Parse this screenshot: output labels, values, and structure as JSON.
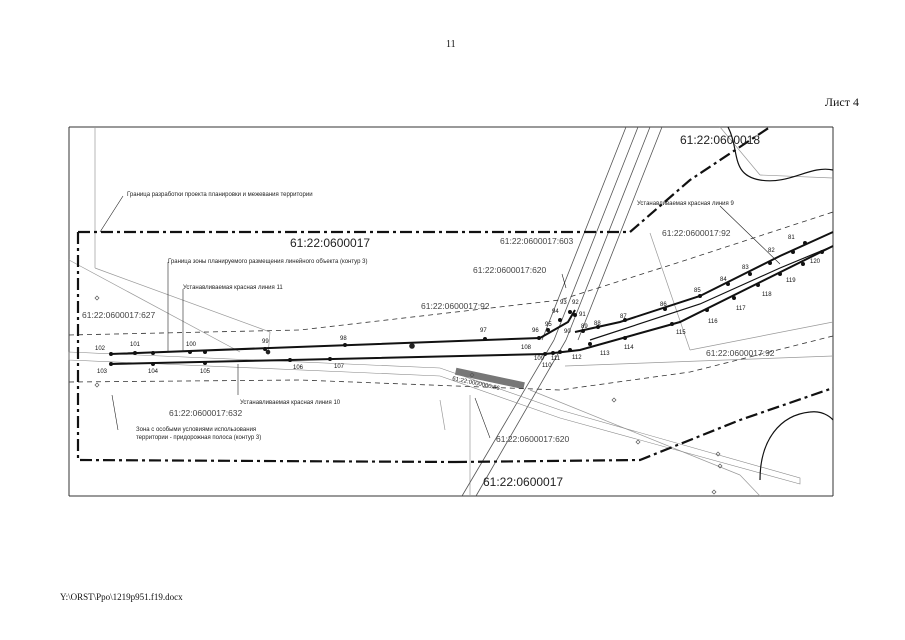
{
  "header": {
    "page_number": "11",
    "sheet_label": "Лист 4"
  },
  "footer": {
    "file_path": "Y:\\ORST\\Ppo\\1219p951.f19.docx"
  },
  "map": {
    "parcels": {
      "north_block": "61:22:0600018",
      "main_block": "61:22:0600017",
      "south_block": "61:22:0600017",
      "p603": "61:22:0600017:603",
      "p620_top": "61:22:0600017:620",
      "p92_right_top": "61:22:0600017:92",
      "p92_center": "61:22:0600017:92",
      "p627": "61:22:0600017:627",
      "p632": "61:22:0600017:632",
      "p92_right_bottom": "61:22:0600017:92",
      "p620_bottom": "61:22:0600017:620",
      "p86_road": "61:22:0000000:86"
    },
    "annotations": {
      "boundary_project": "Граница разработки проекта планировки и межевания территории",
      "zone_boundary": "Граница зоны планируемого размещения линейного объекта (контур 3)",
      "red_line_11": "Устанавливаемая красная линия 11",
      "red_line_9": "Устанавливаемая красная линия 9",
      "red_line_10": "Устанавливаемая красная линия 10",
      "special_zone_1": "Зона с особыми условиями использования",
      "special_zone_2": "территории - придорожная полоса (контур 3)"
    },
    "points": {
      "p81": "81",
      "p82": "82",
      "p83": "83",
      "p84": "84",
      "p85": "85",
      "p86": "86",
      "p87": "87",
      "p88": "88",
      "p89": "89",
      "p90": "90",
      "p91": "91",
      "p92": "92",
      "p93": "93",
      "p94": "94",
      "p95": "95",
      "p96": "96",
      "p97": "97",
      "p98": "98",
      "p99": "99",
      "p100": "100",
      "p101": "101",
      "p102": "102",
      "p103": "103",
      "p104": "104",
      "p105": "105",
      "p106": "106",
      "p107": "107",
      "p108": "108",
      "p109": "109",
      "p110": "110",
      "p111": "111",
      "p112": "112",
      "p113": "113",
      "p114": "114",
      "p115": "115",
      "p116": "116",
      "p117": "117",
      "p118": "118",
      "p119": "119",
      "p120": "120"
    }
  }
}
